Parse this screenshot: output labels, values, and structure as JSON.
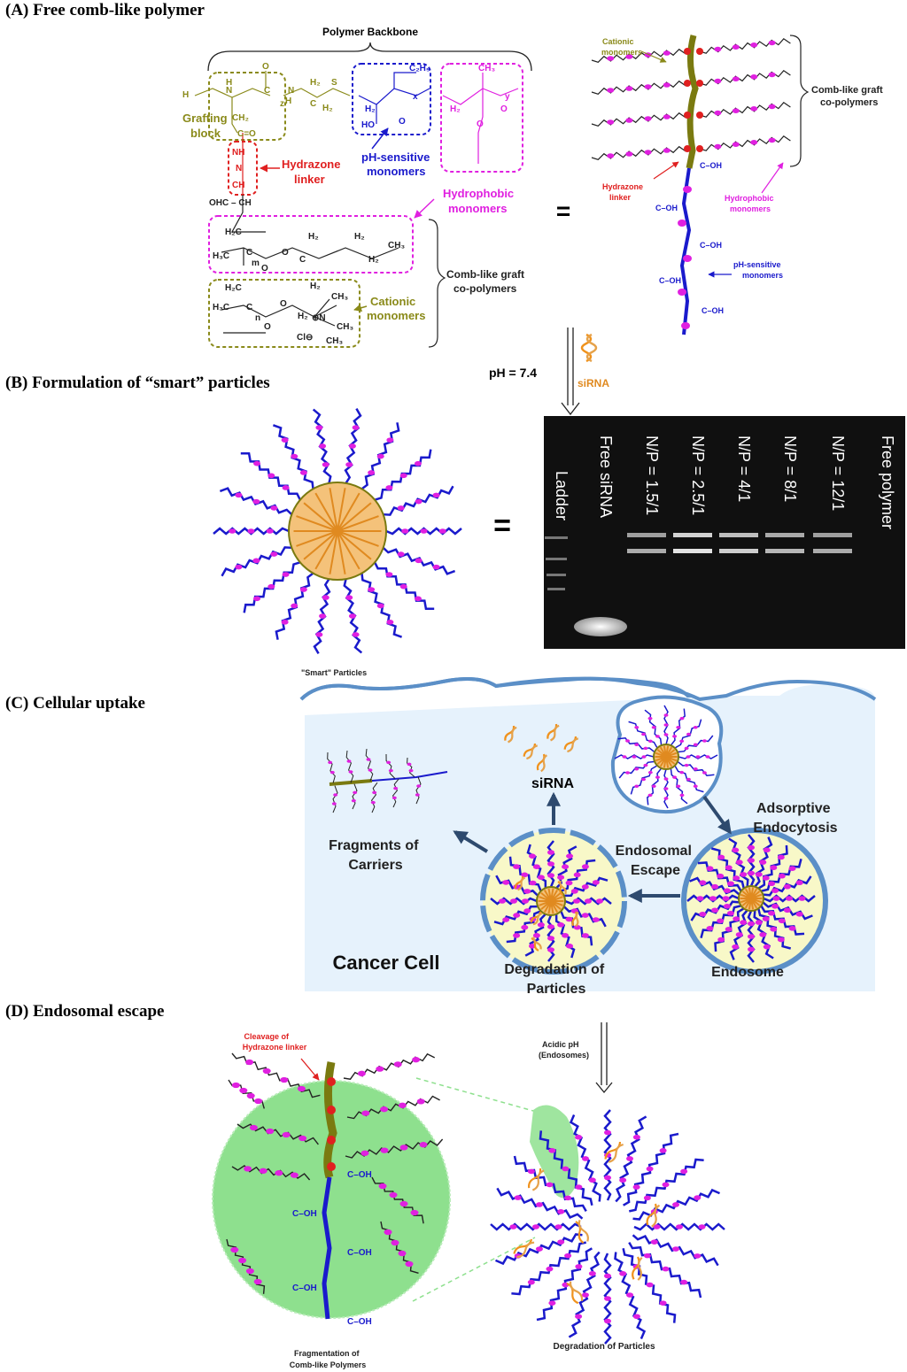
{
  "sections": {
    "a": "(A) Free comb-like polymer",
    "b": "(B) Formulation of “smart” particles",
    "c": "(C) Cellular uptake",
    "d": "(D) Endosomal escape"
  },
  "panel_a": {
    "polymer_backbone": "Polymer Backbone",
    "grafting_block": [
      "Grafting",
      "block"
    ],
    "hydrazone_linker": [
      "Hydrazone",
      "linker"
    ],
    "ph_sensitive": [
      "pH-sensitive",
      "monomers"
    ],
    "hydrophobic": [
      "Hydrophobic",
      "monomers"
    ],
    "comb_graft": [
      "Comb-like graft",
      "co-polymers"
    ],
    "cationic": [
      "Cationic",
      "monomers"
    ],
    "right_cationic": [
      "Cationic",
      "monomers"
    ],
    "right_comb": [
      "Comb-like graft",
      "co-polymers"
    ],
    "right_hydrazone": [
      "Hydrazone",
      "linker"
    ],
    "right_hydrophobic": [
      "Hydrophobic",
      "monomers"
    ],
    "right_ph": [
      "pH-sensitive",
      "monomers"
    ],
    "equals": "="
  },
  "panel_b": {
    "ph": "pH = 7.4",
    "sirna": "siRNA",
    "equals": "=",
    "gel_lanes": [
      "Ladder",
      "Free siRNA",
      "N/P = 1.5/1",
      "N/P = 2.5/1",
      "N/P = 4/1",
      "N/P = 8/1",
      "N/P = 12/1",
      "Free polymer"
    ]
  },
  "panel_c": {
    "smart_particles": "\"Smart\" Particles",
    "sirna": "siRNA",
    "fragments": [
      "Fragments of",
      "Carriers"
    ],
    "adsorptive": [
      "Adsorptive",
      "Endocytosis"
    ],
    "endosomal_escape": [
      "Endosomal",
      "Escape"
    ],
    "cancer_cell": "Cancer Cell",
    "degradation": [
      "Degradation of",
      "Particles"
    ],
    "endosome": "Endosome"
  },
  "panel_d": {
    "cleavage": [
      "Cleavage of",
      "Hydrazone linker"
    ],
    "acidic": [
      "Acidic pH",
      "(Endosomes)"
    ],
    "fragmentation": [
      "Fragmentation of",
      "Comb-like Polymers"
    ],
    "degradation": "Degradation of Particles"
  },
  "colors": {
    "olive": "#8a8a1a",
    "blue": "#1a1acc",
    "magenta": "#e020e0",
    "red": "#e02020",
    "cell_fill": "#e6f2fc",
    "membrane": "#5b8fc7",
    "green_zoom": "#8ee08e"
  }
}
